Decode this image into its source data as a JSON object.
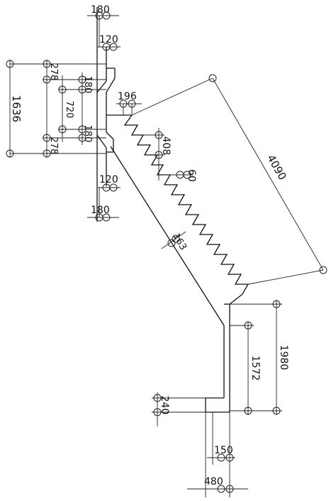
{
  "drawing": {
    "dimensions": {
      "top_width_180": "180",
      "top_width_120": "120",
      "left_278_upper": "278",
      "left_180_upper": "180",
      "left_1636": "1636",
      "left_720": "720",
      "left_180_lower": "180",
      "left_278_lower": "278",
      "bottom_width_120": "120",
      "bottom_width_180": "180",
      "step_196": "196",
      "step_408": "408",
      "step_60": "60",
      "step_rise_label": "163",
      "diagonal_4090": "4090",
      "right_1980": "1980",
      "right_1572": "1572",
      "base_240": "240",
      "base_150": "150",
      "base_480": "480"
    }
  }
}
